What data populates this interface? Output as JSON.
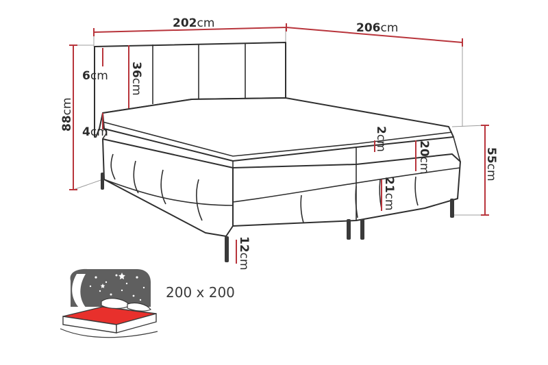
{
  "dimensions": {
    "width": {
      "value": "202",
      "unit": "cm"
    },
    "length": {
      "value": "206",
      "unit": "cm"
    },
    "total_height": {
      "value": "88",
      "unit": "cm"
    },
    "headboard_panel_height": {
      "value": "36",
      "unit": "cm"
    },
    "headboard_top": {
      "value": "6",
      "unit": "cm"
    },
    "headboard_gap": {
      "value": "4",
      "unit": "cm"
    },
    "topper": {
      "value": "2",
      "unit": "cm"
    },
    "mattress": {
      "value": "20",
      "unit": "cm"
    },
    "base": {
      "value": "21",
      "unit": "cm"
    },
    "legs": {
      "value": "12",
      "unit": "cm"
    },
    "bed_height": {
      "value": "55",
      "unit": "cm"
    }
  },
  "size_caption": "200 x 200",
  "colors": {
    "dimension_line": "#b8343b",
    "outline": "#2f2f2f",
    "mattress_icon": "#e8302c",
    "night_sky": "#5f5f5f"
  },
  "icons": {
    "bed_icon": "mattress-night-sky-icon"
  }
}
